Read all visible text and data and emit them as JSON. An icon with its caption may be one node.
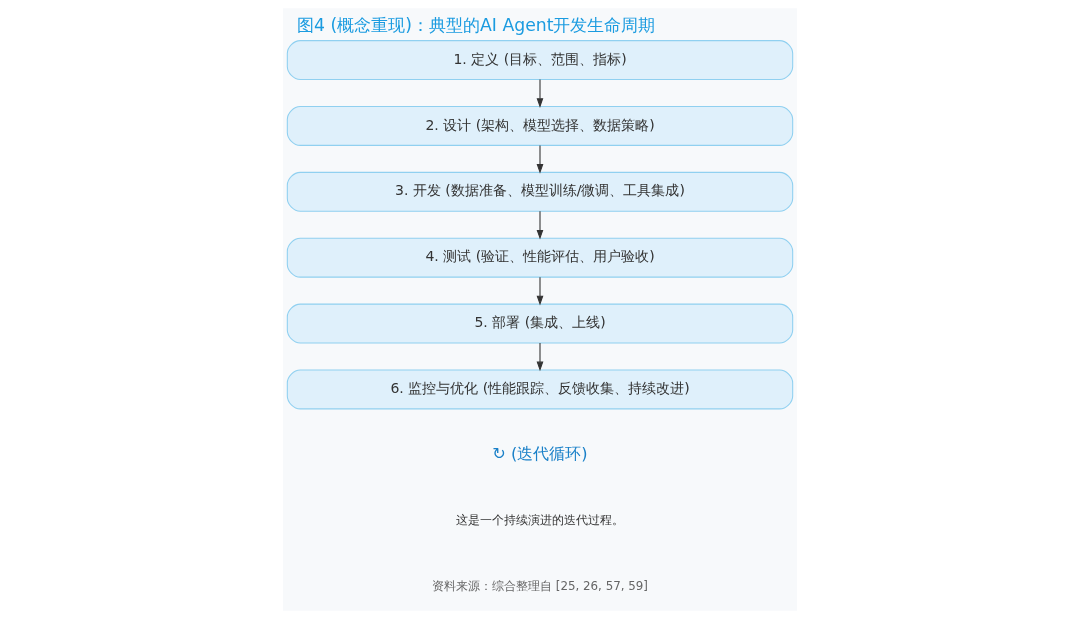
{
  "diagram": {
    "title": "图4 (概念重现)：典型的AI Agent开发生命周期",
    "nodes": [
      {
        "text": [
          "1. 定义 (目标、范围、指标)"
        ]
      },
      {
        "text": [
          "2. 设计 (架构、模型选择、数据策略)"
        ]
      },
      {
        "text": [
          "3. 开发 (数据准备、模型训练/微调、工具集成)"
        ]
      },
      {
        "text": [
          "4. 测试 (验证、性能评估、用户验收)"
        ]
      },
      {
        "text": [
          "5. 部署 (集成、上线)"
        ]
      },
      {
        "text": [
          "6. 监控与优化 (性能跟踪、反馈收集、持续改进)"
        ]
      }
    ],
    "edges": [
      {
        "from": 0,
        "to": 1,
        "arrow": "to"
      },
      {
        "from": 1,
        "to": 2,
        "arrow": "to"
      },
      {
        "from": 2,
        "to": 3,
        "arrow": "to"
      },
      {
        "from": 3,
        "to": 4,
        "arrow": "to"
      },
      {
        "from": 4,
        "to": 5,
        "arrow": "to"
      }
    ],
    "labels": [
      "↻ (迭代循环)",
      "这是一个持续演进的迭代过程。",
      "资料来源：综合整理自 [25, 26, 57, 59]"
    ]
  }
}
